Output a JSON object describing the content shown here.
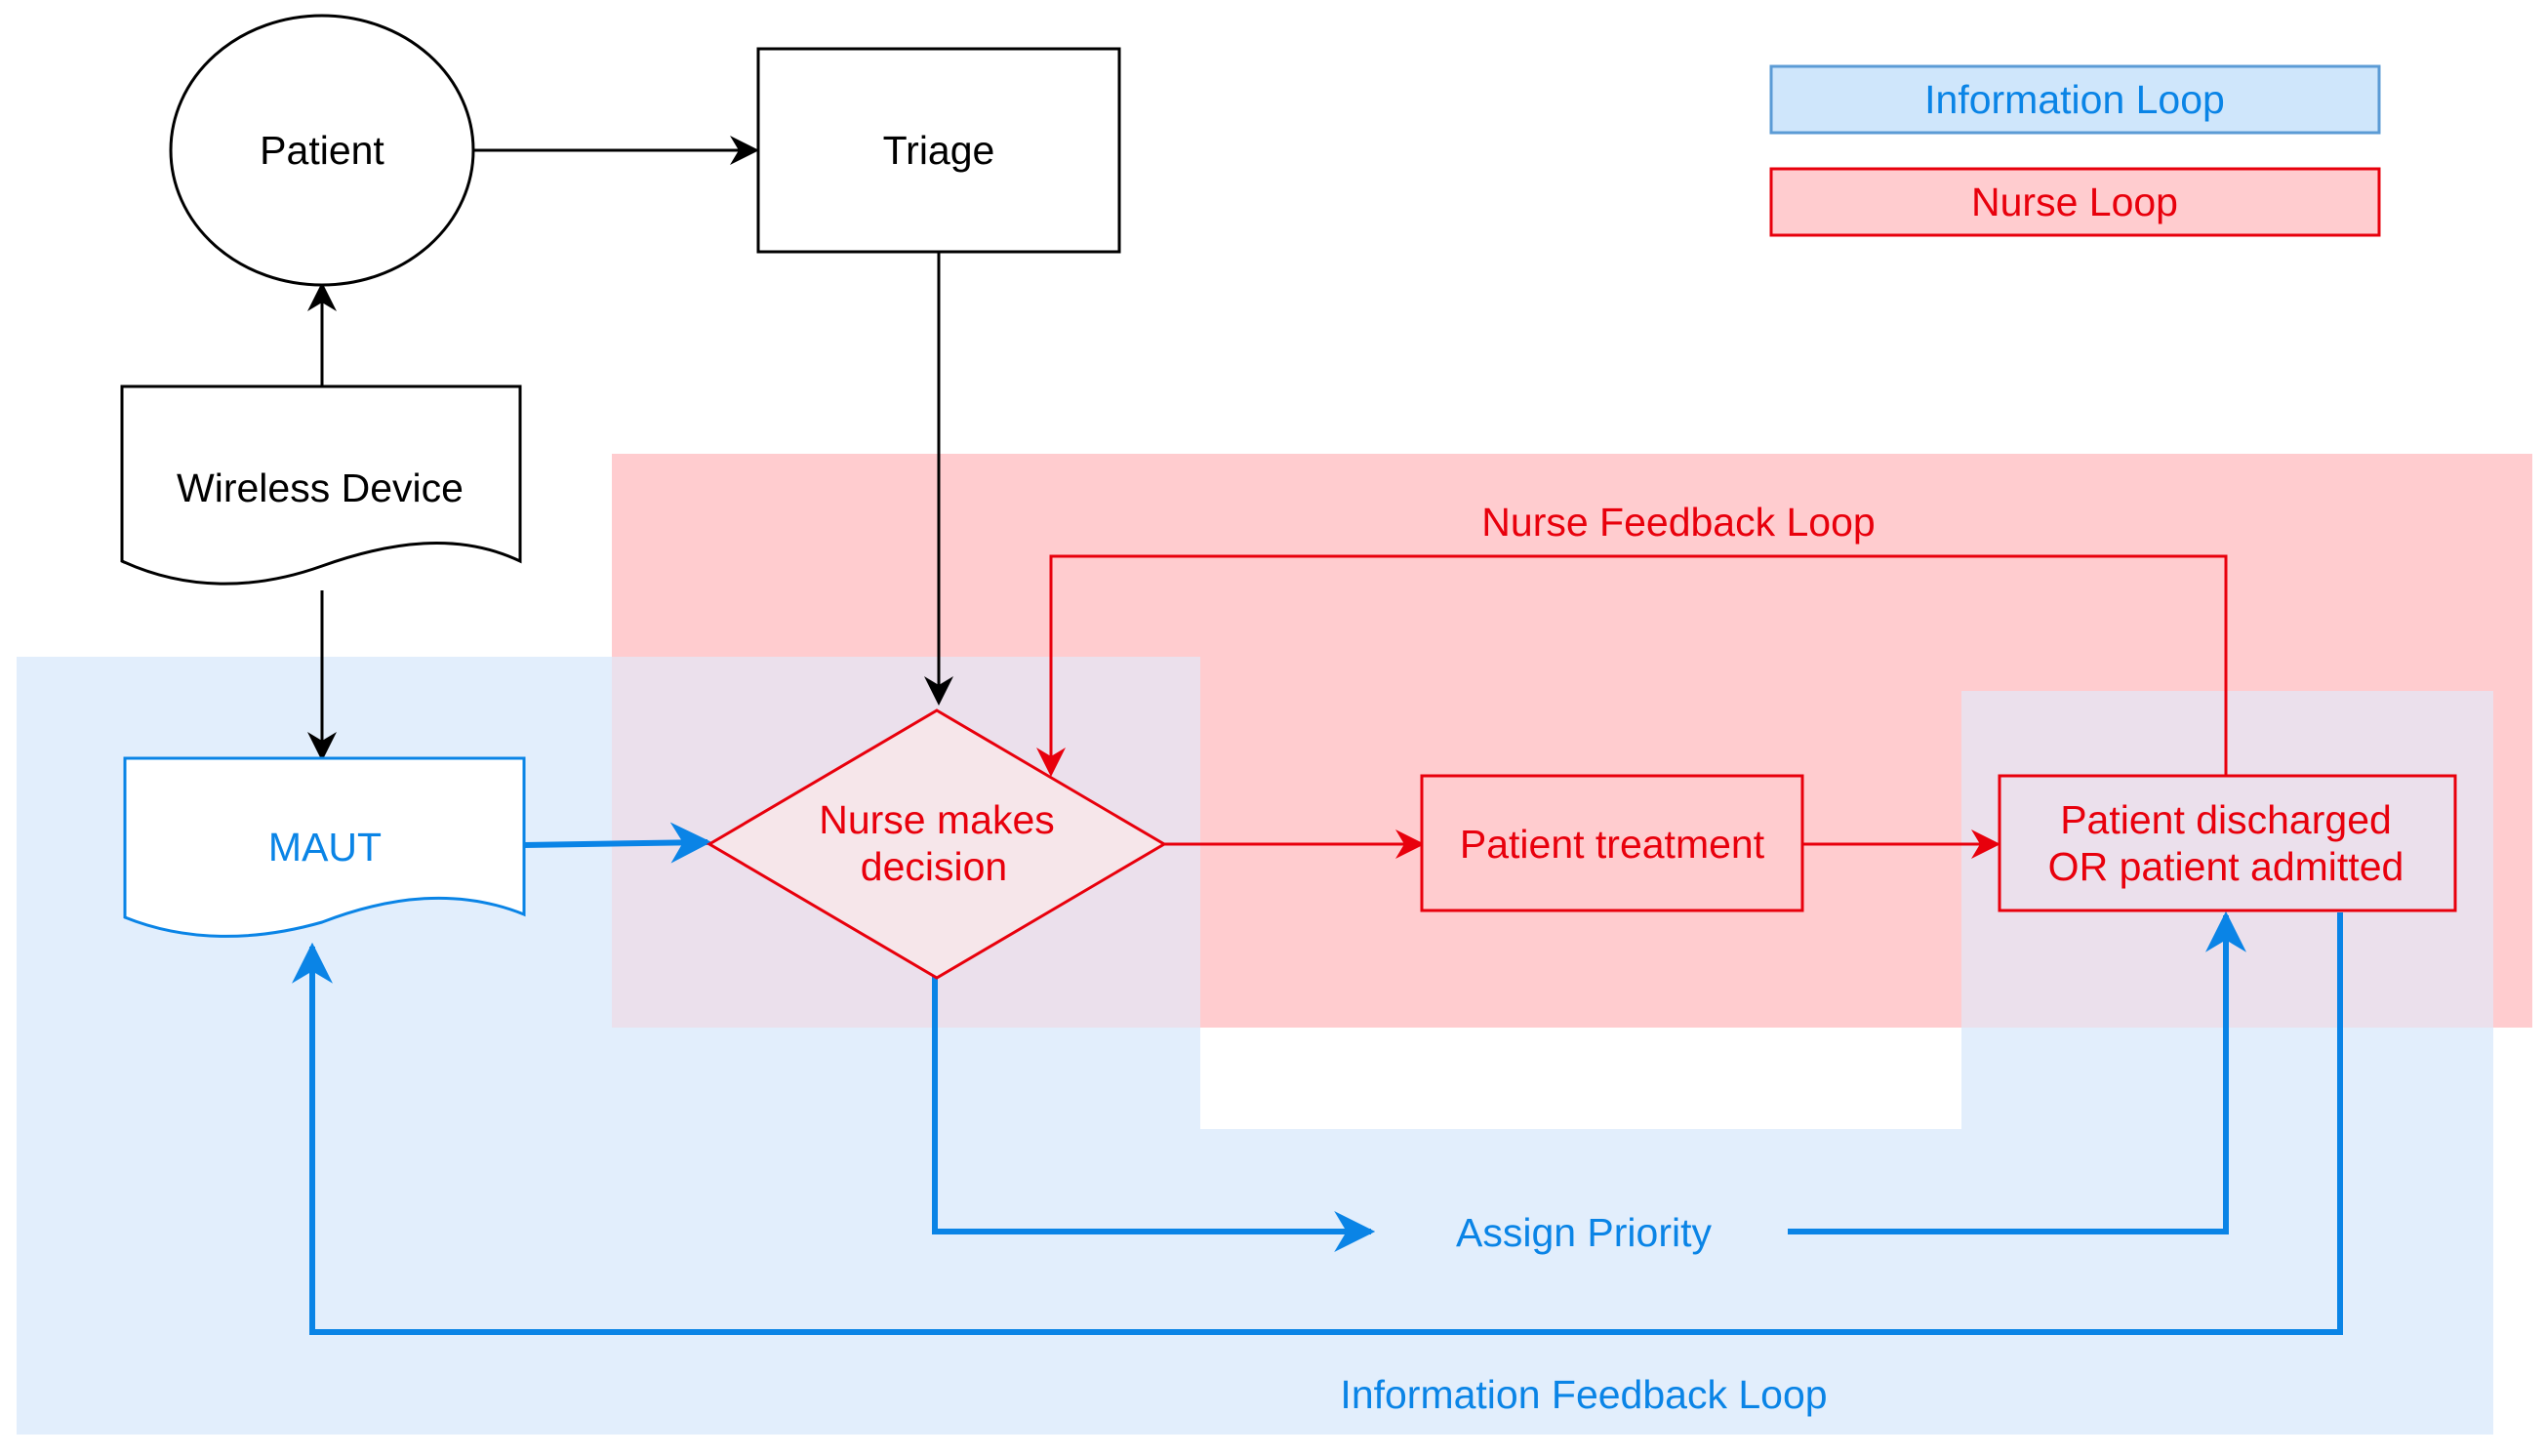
{
  "legend": {
    "information_loop": "Information Loop",
    "nurse_loop": "Nurse Loop"
  },
  "nodes": {
    "patient": "Patient",
    "triage": "Triage",
    "wireless_device": "Wireless Device",
    "maut": "MAUT",
    "nurse_decision_line1": "Nurse makes",
    "nurse_decision_line2": "decision",
    "patient_treatment": "Patient treatment",
    "outcome_line1": "Patient discharged",
    "outcome_line2": "OR patient admitted"
  },
  "labels": {
    "nurse_feedback_loop": "Nurse Feedback Loop",
    "assign_priority": "Assign Priority",
    "information_feedback_loop": "Information Feedback Loop"
  },
  "colors": {
    "black": "#000000",
    "information_blue": "#0a84e6",
    "nurse_red": "#e8000c",
    "information_region": "#e2eefc",
    "nurse_region": "#ffcccf",
    "overlap_region": "#ebe0ec",
    "information_legend_fill": "#cfe6fb",
    "nurse_legend_fill": "#ffcccf"
  }
}
